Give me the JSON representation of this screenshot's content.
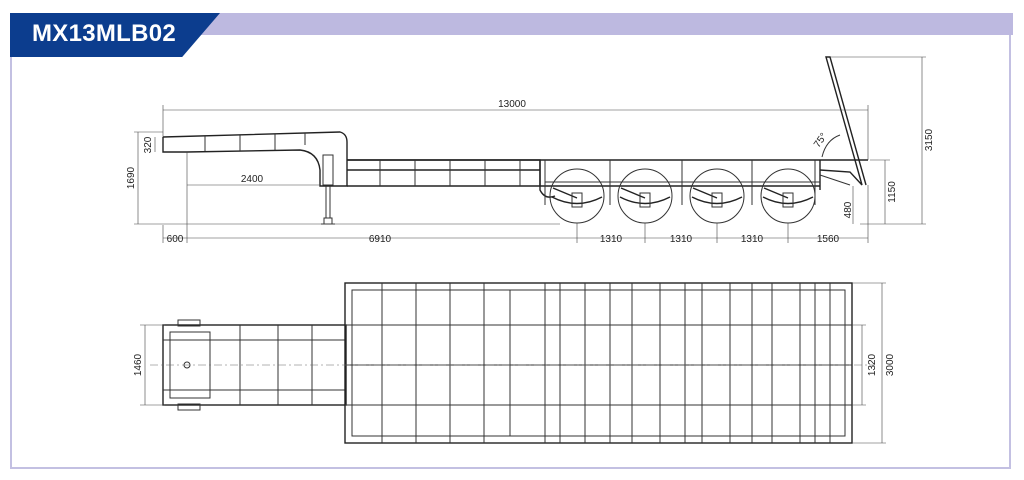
{
  "header": {
    "title": "MX13MLB02"
  },
  "side_view": {
    "dims": {
      "overall_length": "13000",
      "gooseneck_height": "320",
      "front_height": "1690",
      "gooseneck_length": "2400",
      "front_overhang": "600",
      "kingpin_to_axle": "6910",
      "axle_spacing_1": "1310",
      "axle_spacing_2": "1310",
      "axle_spacing_3": "1310",
      "rear_overhang": "1560",
      "deck_height": "480",
      "ramp_height": "1150",
      "ramp_up_height": "3150",
      "ramp_angle": "75°"
    }
  },
  "plan_view": {
    "dims": {
      "gooseneck_width": "1460",
      "inner_width": "1320",
      "overall_width": "3000"
    }
  }
}
